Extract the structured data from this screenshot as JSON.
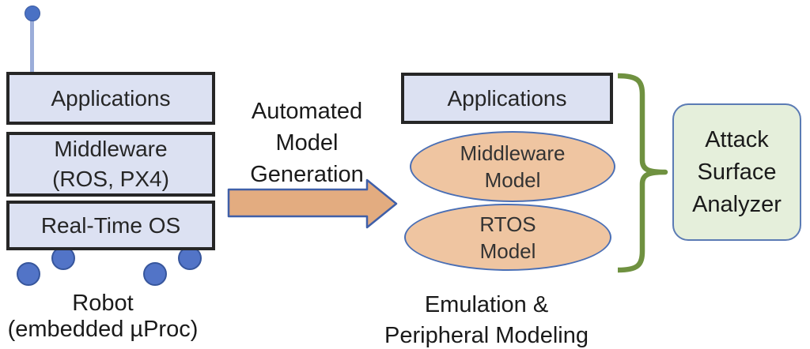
{
  "robot_stack": {
    "layers": [
      {
        "label": "Applications"
      },
      {
        "label": "Middleware",
        "sublabel": "(ROS, PX4)"
      },
      {
        "label": "Real-Time OS"
      }
    ],
    "caption_line1": "Robot",
    "caption_line2": "(embedded µProc)"
  },
  "transform_arrow": {
    "label_line1": "Automated",
    "label_line2": "Model",
    "label_line3": "Generation"
  },
  "emulation_stack": {
    "applications_label": "Applications",
    "ellipses": [
      {
        "line1": "Middleware",
        "line2": "Model"
      },
      {
        "line1": "RTOS",
        "line2": "Model"
      }
    ],
    "caption_line1": "Emulation &",
    "caption_line2": "Peripheral Modeling"
  },
  "analyzer": {
    "line1": "Attack",
    "line2": "Surface",
    "line3": "Analyzer"
  },
  "colors": {
    "stack_box_fill": "#dce1f2",
    "stack_box_border": "#262626",
    "ellipse_fill": "#efc5a1",
    "ellipse_border": "#4a6fb5",
    "arrow_fill": "#e3ac80",
    "arrow_border": "#3f5fa8",
    "brace_green": "#6f9140",
    "analyzer_fill": "#e5efdb",
    "analyzer_border": "#5b7bb4",
    "robot_blue": "#5274c7",
    "antenna_stalk_blue": "#9badd9"
  }
}
